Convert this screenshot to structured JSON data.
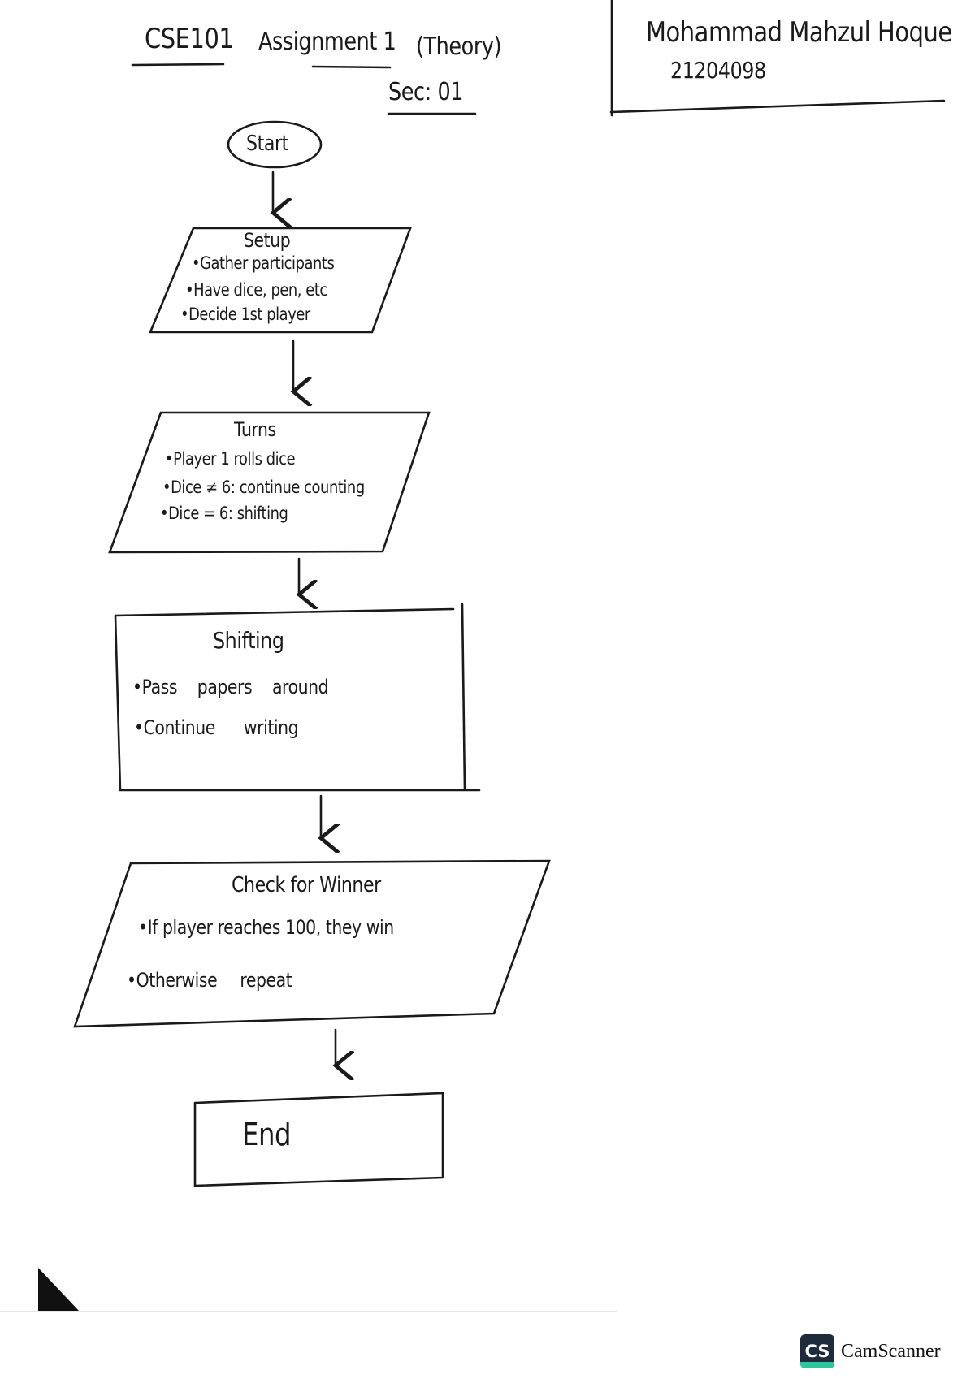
{
  "header": {
    "course": "CSE101",
    "assignment": "Assignment 1",
    "type": "(Theory)",
    "section": "Sec: 01"
  },
  "student": {
    "name": "Mohammad Mahzul Hoque",
    "id": "21204098"
  },
  "flowchart": {
    "start": "Start",
    "setup": {
      "title": "Setup",
      "items": [
        "•Gather participants",
        "•Have dice, pen, etc",
        "•Decide 1st player"
      ]
    },
    "turns": {
      "title": "Turns",
      "items": [
        "•Player 1 rolls dice",
        "•Dice ≠ 6: continue counting",
        "•Dice = 6: shifting"
      ]
    },
    "shifting": {
      "title": "Shifting",
      "items": [
        "•Pass papers around",
        "•Continue writing"
      ]
    },
    "check": {
      "title": "Check for Winner",
      "items": [
        "•If player reaches 100, they win",
        "•Otherwise repeat"
      ]
    },
    "end": "End"
  },
  "watermark": {
    "badge": "CS",
    "text": "CamScanner",
    "colors": {
      "badge": "#1d2b3a",
      "accent": "#2ec4a0"
    }
  }
}
